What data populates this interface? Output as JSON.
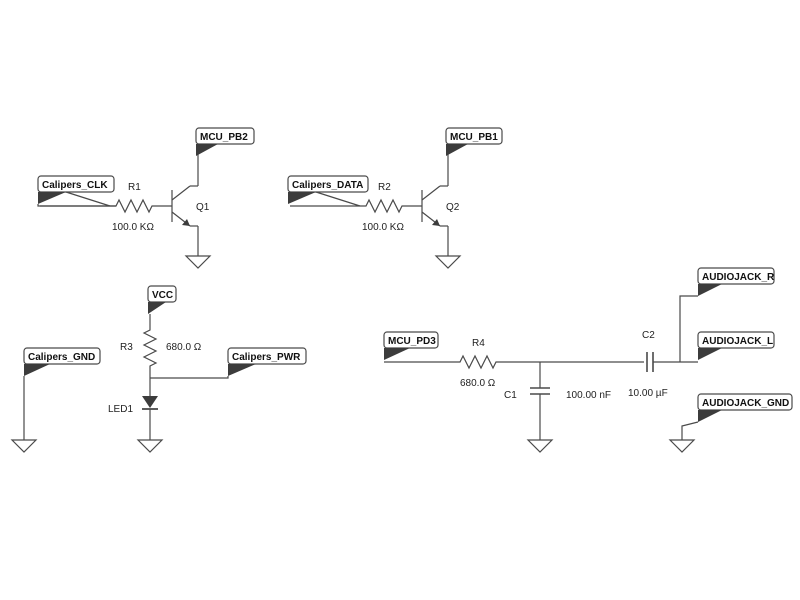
{
  "net_labels": {
    "calipers_clk": "Calipers_CLK",
    "mcu_pb2": "MCU_PB2",
    "calipers_data": "Calipers_DATA",
    "mcu_pb1": "MCU_PB1",
    "vcc": "VCC",
    "calipers_gnd": "Calipers_GND",
    "calipers_pwr": "Calipers_PWR",
    "mcu_pd3": "MCU_PD3",
    "audiojack_r": "AUDIOJACK_R",
    "audiojack_l": "AUDIOJACK_L",
    "audiojack_gnd": "AUDIOJACK_GND"
  },
  "components": {
    "r1": {
      "ref": "R1",
      "value": "100.0 KΩ"
    },
    "q1": {
      "ref": "Q1"
    },
    "r2": {
      "ref": "R2",
      "value": "100.0 KΩ"
    },
    "q2": {
      "ref": "Q2"
    },
    "r3": {
      "ref": "R3",
      "value": "680.0 Ω"
    },
    "led1": {
      "ref": "LED1"
    },
    "r4": {
      "ref": "R4",
      "value": "680.0 Ω"
    },
    "c1": {
      "ref": "C1",
      "value": "100.00 nF"
    },
    "c2": {
      "ref": "C2",
      "value": "10.00 µF"
    }
  },
  "colors": {
    "wire": "#4a4a4a",
    "flag": "#3c3c3c",
    "background": "#ffffff"
  }
}
